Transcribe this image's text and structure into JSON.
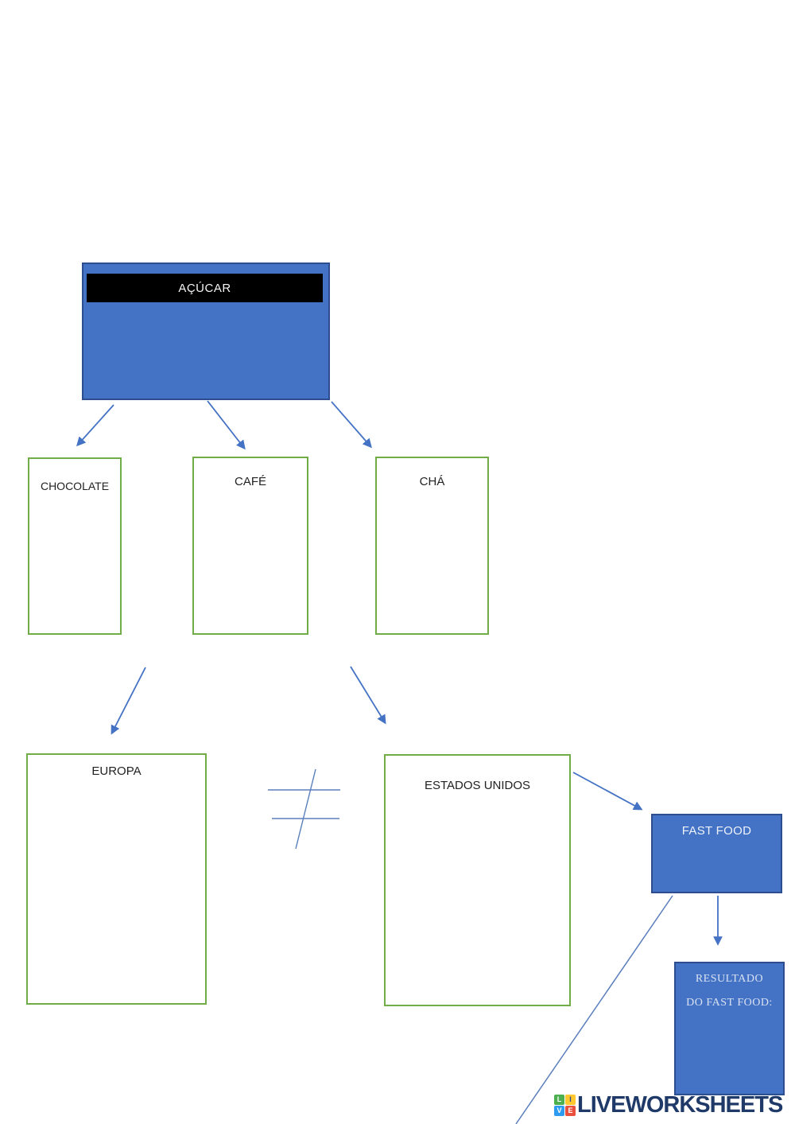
{
  "diagram": {
    "root": {
      "label": "AÇÚCAR"
    },
    "level1": [
      {
        "label": "CHOCOLATE"
      },
      {
        "label": "CAFÉ"
      },
      {
        "label": "CHÁ"
      }
    ],
    "level2": [
      {
        "label": "EUROPA"
      },
      {
        "label": "ESTADOS UNIDOS"
      }
    ],
    "not_equal_symbol": "≠",
    "fast_food": {
      "label": "FAST FOOD"
    },
    "resultado": {
      "line1": "RESULTADO",
      "line2": "DO FAST FOOD:"
    }
  },
  "footer": {
    "logo_tiles": [
      {
        "letter": "L",
        "color": "#4CAF50"
      },
      {
        "letter": "I",
        "color": "#FFC82E"
      },
      {
        "letter": "V",
        "color": "#2D9BF0"
      },
      {
        "letter": "E",
        "color": "#E94F3D"
      }
    ],
    "brand": "LIVEWORKSHEETS",
    "brand_color": "#1F3A68"
  },
  "colors": {
    "box_fill_blue": "#4472C4",
    "box_border_blue": "#2c4d8e",
    "box_border_green": "#70AD47",
    "arrow_blue": "#4472C4",
    "title_band_black": "#000000",
    "resultado_text": "#d9e2f3",
    "page_background": "#ffffff"
  }
}
